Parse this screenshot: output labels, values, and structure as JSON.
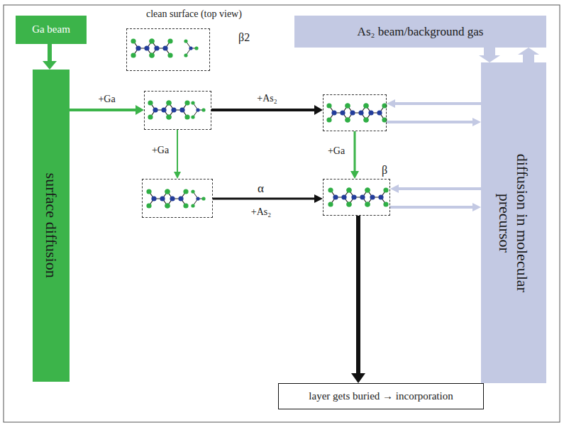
{
  "diagram": {
    "nodes": [
      {
        "text": [
          "Ga beam"
        ]
      },
      {
        "text": [
          "clean surface (top view)",
          "β2"
        ]
      },
      {
        "text": [
          "As₂ beam/background gas"
        ]
      },
      {
        "text": [
          "surface diffusion"
        ]
      },
      {
        "text": []
      },
      {
        "text": []
      },
      {
        "text": [
          "diffusion in molecular precursor"
        ]
      },
      {
        "text": []
      },
      {
        "text": [
          "β"
        ]
      },
      {
        "text": [
          "layer gets buried → incorporation"
        ]
      }
    ],
    "edges": [
      {
        "from": 0,
        "to": 3,
        "arrow": "to"
      },
      {
        "from": 3,
        "to": 4,
        "label": "+Ga",
        "arrow": "to"
      },
      {
        "from": 4,
        "to": 5,
        "label": "+As₂",
        "arrow": "to"
      },
      {
        "from": 4,
        "to": 7,
        "label": "+Ga",
        "arrow": "to"
      },
      {
        "from": 5,
        "to": 8,
        "label": "+Ga",
        "arrow": "to"
      },
      {
        "from": 7,
        "to": 8,
        "label": "α",
        "arrow": "to"
      },
      {
        "from": 8,
        "to": 9,
        "arrow": "to"
      },
      {
        "from": 2,
        "to": 6,
        "arrow": "to"
      },
      {
        "from": 6,
        "to": 2,
        "arrow": "to"
      },
      {
        "from": 6,
        "to": 5,
        "arrow": "to"
      },
      {
        "from": 5,
        "to": 6,
        "arrow": "to"
      },
      {
        "from": 6,
        "to": 8,
        "arrow": "to"
      },
      {
        "from": 8,
        "to": 6,
        "arrow": "to"
      }
    ],
    "labels": [
      "+As₂"
    ]
  }
}
